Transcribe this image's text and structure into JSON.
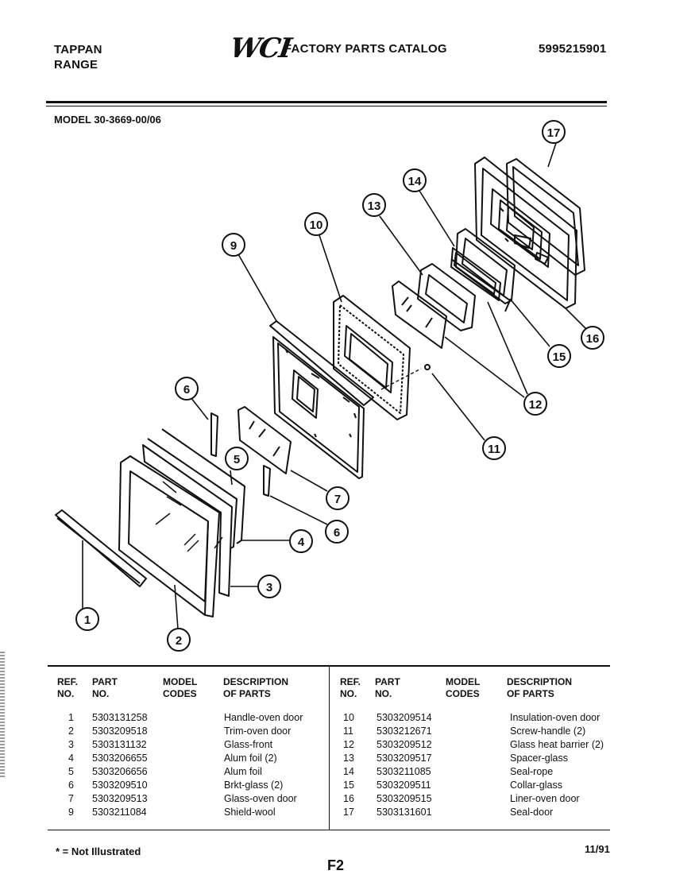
{
  "header": {
    "brand_line1": "TAPPAN",
    "brand_line2": "RANGE",
    "logo_text": "WCI",
    "catalog_title": "FACTORY PARTS CATALOG",
    "catalog_number": "5995215901",
    "model": "MODEL 30-3669-00/06"
  },
  "callouts": [
    "1",
    "2",
    "3",
    "4",
    "5",
    "6",
    "7",
    "6",
    "9",
    "10",
    "11",
    "12",
    "13",
    "14",
    "15",
    "16",
    "17"
  ],
  "table": {
    "headers": {
      "ref": "REF.\nNO.",
      "part": "PART\nNO.",
      "model_codes": "MODEL\nCODES",
      "description": "DESCRIPTION\nOF PARTS"
    },
    "left_rows": [
      {
        "ref": "1",
        "part": "5303131258",
        "desc": "Handle-oven door"
      },
      {
        "ref": "2",
        "part": "5303209518",
        "desc": "Trim-oven door"
      },
      {
        "ref": "3",
        "part": "5303131132",
        "desc": "Glass-front"
      },
      {
        "ref": "4",
        "part": "5303206655",
        "desc": "Alum foil (2)"
      },
      {
        "ref": "5",
        "part": "5303206656",
        "desc": "Alum foil"
      },
      {
        "ref": "6",
        "part": "5303209510",
        "desc": "Brkt-glass (2)"
      },
      {
        "ref": "7",
        "part": "5303209513",
        "desc": "Glass-oven door"
      },
      {
        "ref": "9",
        "part": "5303211084",
        "desc": "Shield-wool"
      }
    ],
    "right_rows": [
      {
        "ref": "10",
        "part": "5303209514",
        "desc": "Insulation-oven door"
      },
      {
        "ref": "11",
        "part": "5303212671",
        "desc": "Screw-handle (2)"
      },
      {
        "ref": "12",
        "part": "5303209512",
        "desc": "Glass heat barrier (2)"
      },
      {
        "ref": "13",
        "part": "5303209517",
        "desc": "Spacer-glass"
      },
      {
        "ref": "14",
        "part": "5303211085",
        "desc": "Seal-rope"
      },
      {
        "ref": "15",
        "part": "5303209511",
        "desc": "Collar-glass"
      },
      {
        "ref": "16",
        "part": "5303209515",
        "desc": "Liner-oven door"
      },
      {
        "ref": "17",
        "part": "5303131601",
        "desc": "Seal-door"
      }
    ]
  },
  "footer": {
    "note": "* = Not Illustrated",
    "date": "11/91",
    "page": "F2"
  }
}
